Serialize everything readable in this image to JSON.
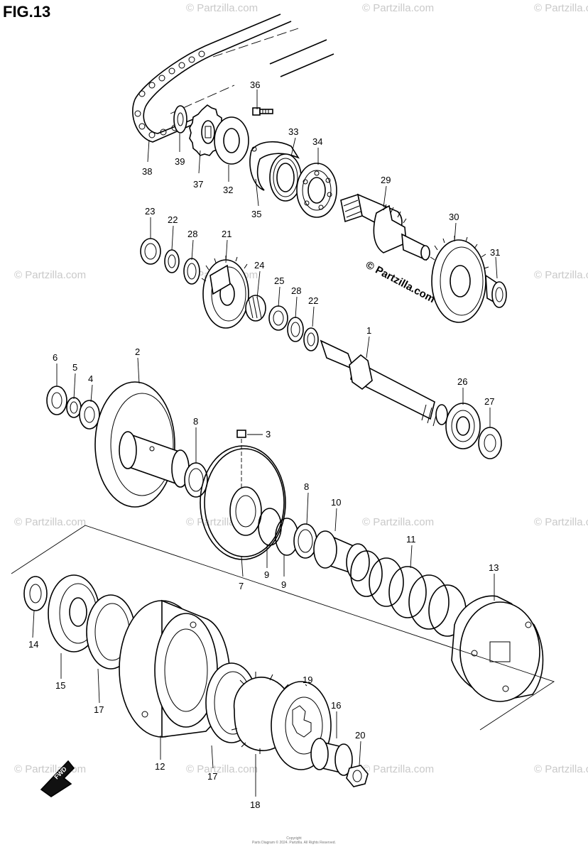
{
  "figure": {
    "title": "FIG.13"
  },
  "watermark": {
    "text": "© Partzilla.com",
    "main_text": "© Partzilla.com"
  },
  "footer": {
    "line1": "Copyright",
    "line2": "Parts Diagram © 2024. Partzilla. All Rights Reserved."
  },
  "direction_marker": {
    "label": "FWD"
  },
  "callouts": [
    {
      "id": "c1",
      "label": "1"
    },
    {
      "id": "c2",
      "label": "2"
    },
    {
      "id": "c3",
      "label": "3"
    },
    {
      "id": "c4",
      "label": "4"
    },
    {
      "id": "c5",
      "label": "5"
    },
    {
      "id": "c6",
      "label": "6"
    },
    {
      "id": "c7",
      "label": "7"
    },
    {
      "id": "c8a",
      "label": "8"
    },
    {
      "id": "c8b",
      "label": "8"
    },
    {
      "id": "c9a",
      "label": "9"
    },
    {
      "id": "c9b",
      "label": "9"
    },
    {
      "id": "c10",
      "label": "10"
    },
    {
      "id": "c11",
      "label": "11"
    },
    {
      "id": "c12",
      "label": "12"
    },
    {
      "id": "c13",
      "label": "13"
    },
    {
      "id": "c14",
      "label": "14"
    },
    {
      "id": "c15",
      "label": "15"
    },
    {
      "id": "c16",
      "label": "16"
    },
    {
      "id": "c17a",
      "label": "17"
    },
    {
      "id": "c17b",
      "label": "17"
    },
    {
      "id": "c18",
      "label": "18"
    },
    {
      "id": "c19",
      "label": "19"
    },
    {
      "id": "c20",
      "label": "20"
    },
    {
      "id": "c21",
      "label": "21"
    },
    {
      "id": "c22a",
      "label": "22"
    },
    {
      "id": "c22b",
      "label": "22"
    },
    {
      "id": "c23",
      "label": "23"
    },
    {
      "id": "c24",
      "label": "24"
    },
    {
      "id": "c25",
      "label": "25"
    },
    {
      "id": "c26",
      "label": "26"
    },
    {
      "id": "c27",
      "label": "27"
    },
    {
      "id": "c28a",
      "label": "28"
    },
    {
      "id": "c28b",
      "label": "28"
    },
    {
      "id": "c29",
      "label": "29"
    },
    {
      "id": "c30",
      "label": "30"
    },
    {
      "id": "c31",
      "label": "31"
    },
    {
      "id": "c32",
      "label": "32"
    },
    {
      "id": "c33",
      "label": "33"
    },
    {
      "id": "c34",
      "label": "34"
    },
    {
      "id": "c35",
      "label": "35"
    },
    {
      "id": "c36",
      "label": "36"
    },
    {
      "id": "c37",
      "label": "37"
    },
    {
      "id": "c38",
      "label": "38"
    },
    {
      "id": "c39",
      "label": "39"
    }
  ]
}
